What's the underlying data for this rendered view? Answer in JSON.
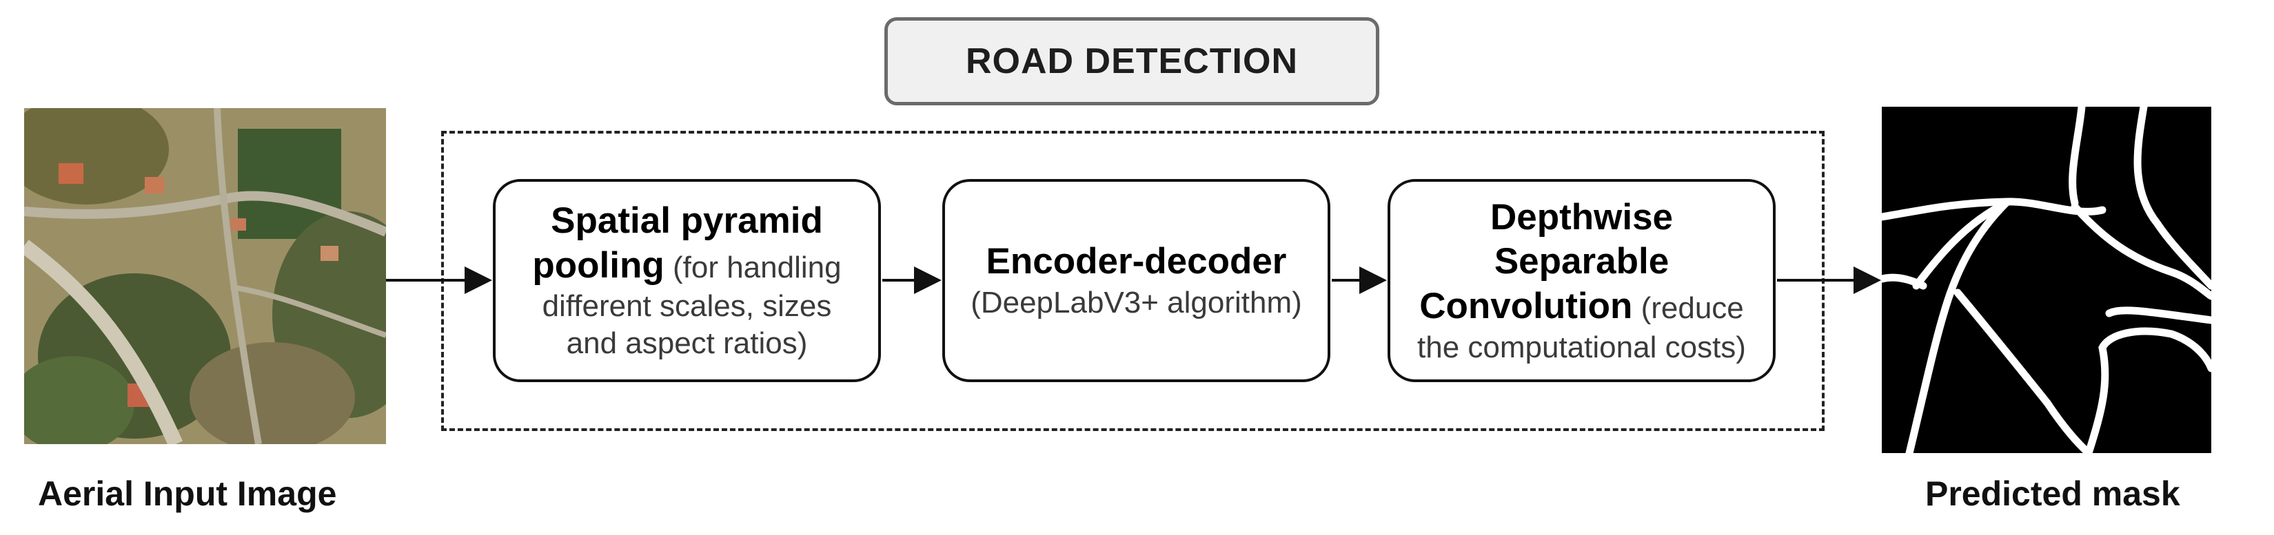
{
  "title": "ROAD DETECTION",
  "input": {
    "caption": "Aerial Input Image",
    "image_icon": "aerial-photo-icon"
  },
  "output": {
    "caption": "Predicted mask",
    "image_icon": "road-mask-icon"
  },
  "steps": [
    {
      "bold": "Spatial pyramid pooling",
      "detail": "(for handling different scales, sizes and aspect ratios)"
    },
    {
      "bold": "Encoder-decoder",
      "detail": "(DeepLabV3+ algorithm)"
    },
    {
      "bold": "Depthwise Separable Convolution",
      "detail": "(reduce the computational costs)"
    }
  ],
  "colors": {
    "title_fill": "#f0f0f0",
    "title_border": "#6b6b6b",
    "mask_bg": "#000000",
    "mask_road": "#ffffff"
  }
}
